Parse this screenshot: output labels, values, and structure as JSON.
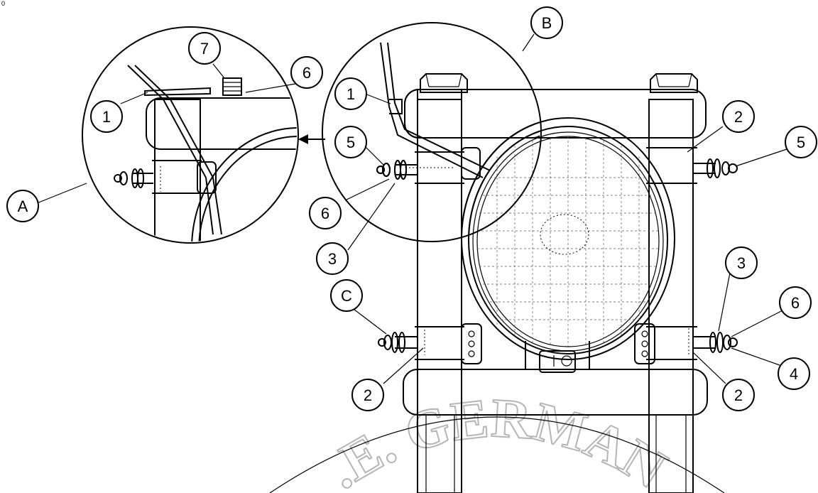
{
  "page": {
    "corner_mark": "0"
  },
  "watermark": {
    "text": "N.E. GERMANY",
    "color": "#9a9a9a"
  },
  "callouts": [
    {
      "id": "c7",
      "label": "7"
    },
    {
      "id": "c6a",
      "label": "6"
    },
    {
      "id": "c1a",
      "label": "1"
    },
    {
      "id": "cA",
      "label": "A"
    },
    {
      "id": "cB",
      "label": "B"
    },
    {
      "id": "c1b",
      "label": "1"
    },
    {
      "id": "c5a",
      "label": "5"
    },
    {
      "id": "c6b",
      "label": "6"
    },
    {
      "id": "c3a",
      "label": "3"
    },
    {
      "id": "c2a",
      "label": "2"
    },
    {
      "id": "c5b",
      "label": "5"
    },
    {
      "id": "cC",
      "label": "C"
    },
    {
      "id": "c3b",
      "label": "3"
    },
    {
      "id": "c6c",
      "label": "6"
    },
    {
      "id": "c4",
      "label": "4"
    },
    {
      "id": "c2b",
      "label": "2"
    },
    {
      "id": "c2c",
      "label": "2"
    }
  ]
}
